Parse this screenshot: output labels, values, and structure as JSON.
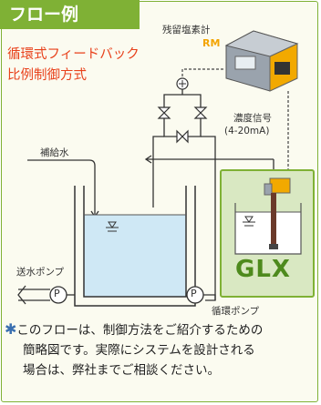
{
  "header": {
    "title": "フロー例"
  },
  "subtitle": {
    "line1": "循環式フィードバック",
    "line2": "比例制御方式"
  },
  "labels": {
    "residual_meter": "残留塩素計",
    "rm": "RM",
    "concentration_signal": "濃度信号",
    "signal_range": "(4-20mA)",
    "makeup_water": "補給水",
    "feed_pump": "送水ポンプ",
    "circulation_pump": "循環ポンプ",
    "pump_letter": "P",
    "glx": "GLX"
  },
  "note": {
    "star": "✱",
    "line1": "このフローは、制御方法をご紹介するための",
    "line2": "簡略図です。実際にシステムを設計される",
    "line3": "場合は、弊社までご相談ください。"
  },
  "colors": {
    "accent_green": "#7fb135",
    "orange_text": "#e8411b",
    "water": "#cfe8f5",
    "glx_text": "#4e8a1d"
  }
}
